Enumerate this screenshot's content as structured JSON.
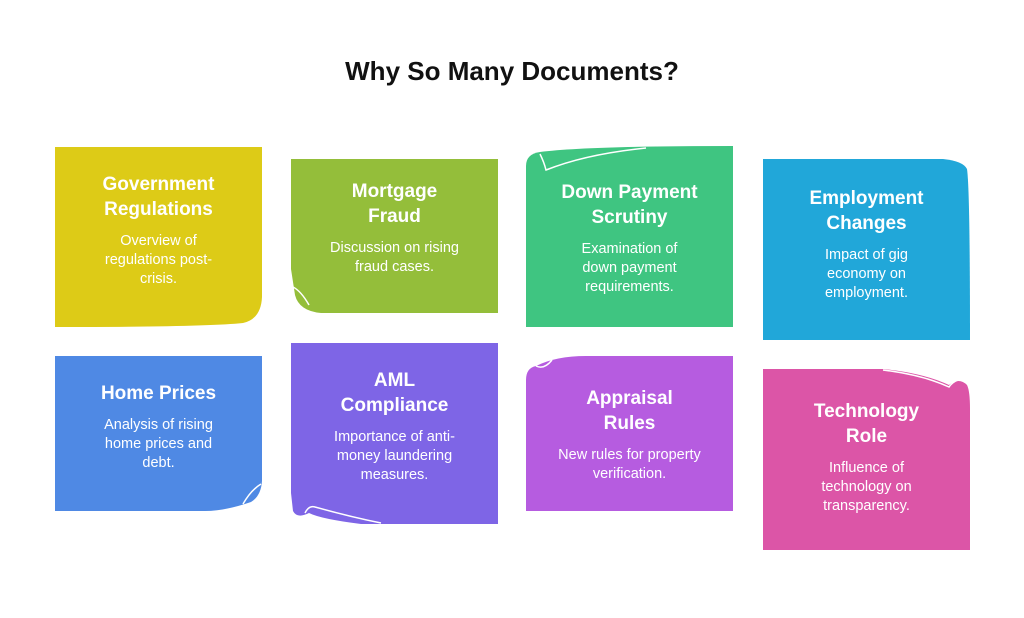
{
  "title": "Why So Many Documents?",
  "cards": [
    {
      "heading": "Government Regulations",
      "heading_l1": "Government",
      "heading_l2": "Regulations",
      "description": "Overview of regulations post-crisis.",
      "color": "#DDCB17"
    },
    {
      "heading": "Mortgage Fraud",
      "heading_l1": "Mortgage",
      "heading_l2": "Fraud",
      "description": "Discussion on rising fraud cases.",
      "color": "#94BE3A"
    },
    {
      "heading": "Down Payment Scrutiny",
      "heading_l1": "Down Payment",
      "heading_l2": "Scrutiny",
      "description": "Examination of down payment requirements.",
      "color": "#3FC581"
    },
    {
      "heading": "Employment Changes",
      "heading_l1": "Employment",
      "heading_l2": "Changes",
      "description": "Impact of gig economy on employment.",
      "color": "#21A7D9"
    },
    {
      "heading": "Home Prices",
      "heading_l1": "Home Prices",
      "heading_l2": "",
      "description": "Analysis of rising home prices and debt.",
      "color": "#4F89E4"
    },
    {
      "heading": "AML Compliance",
      "heading_l1": "AML",
      "heading_l2": "Compliance",
      "description": "Importance of anti-money laundering measures.",
      "color": "#7E65E6"
    },
    {
      "heading": "Appraisal Rules",
      "heading_l1": "Appraisal",
      "heading_l2": "Rules",
      "description": "New rules for property verification.",
      "color": "#B65CE0"
    },
    {
      "heading": "Technology Role",
      "heading_l1": "Technology",
      "heading_l2": "Role",
      "description": "Influence of technology on transparency.",
      "color": "#DC55A7"
    }
  ]
}
